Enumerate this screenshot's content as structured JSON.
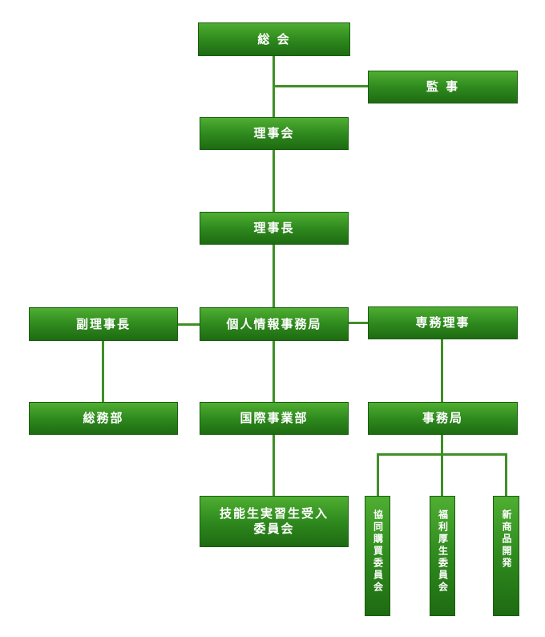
{
  "org": {
    "general_assembly": "総 会",
    "auditor": "監 事",
    "board": "理事会",
    "chairman": "理事長",
    "vice_chairman": "副理事長",
    "privacy_office": "個人情報事務局",
    "executive_director": "専務理事",
    "general_affairs": "総務部",
    "international": "国際事業部",
    "secretariat": "事務局",
    "trainee_committee_line1": "技能生実習生受入",
    "trainee_committee_line2": "委員会",
    "purchasing_committee": "協同購買委員会",
    "welfare_committee": "福利厚生委員会",
    "new_products": "新商品開発"
  },
  "colors": {
    "box_top": "#4fae32",
    "box_bottom": "#1e6b12",
    "line": "#3f8f26",
    "text": "#ffffff"
  }
}
